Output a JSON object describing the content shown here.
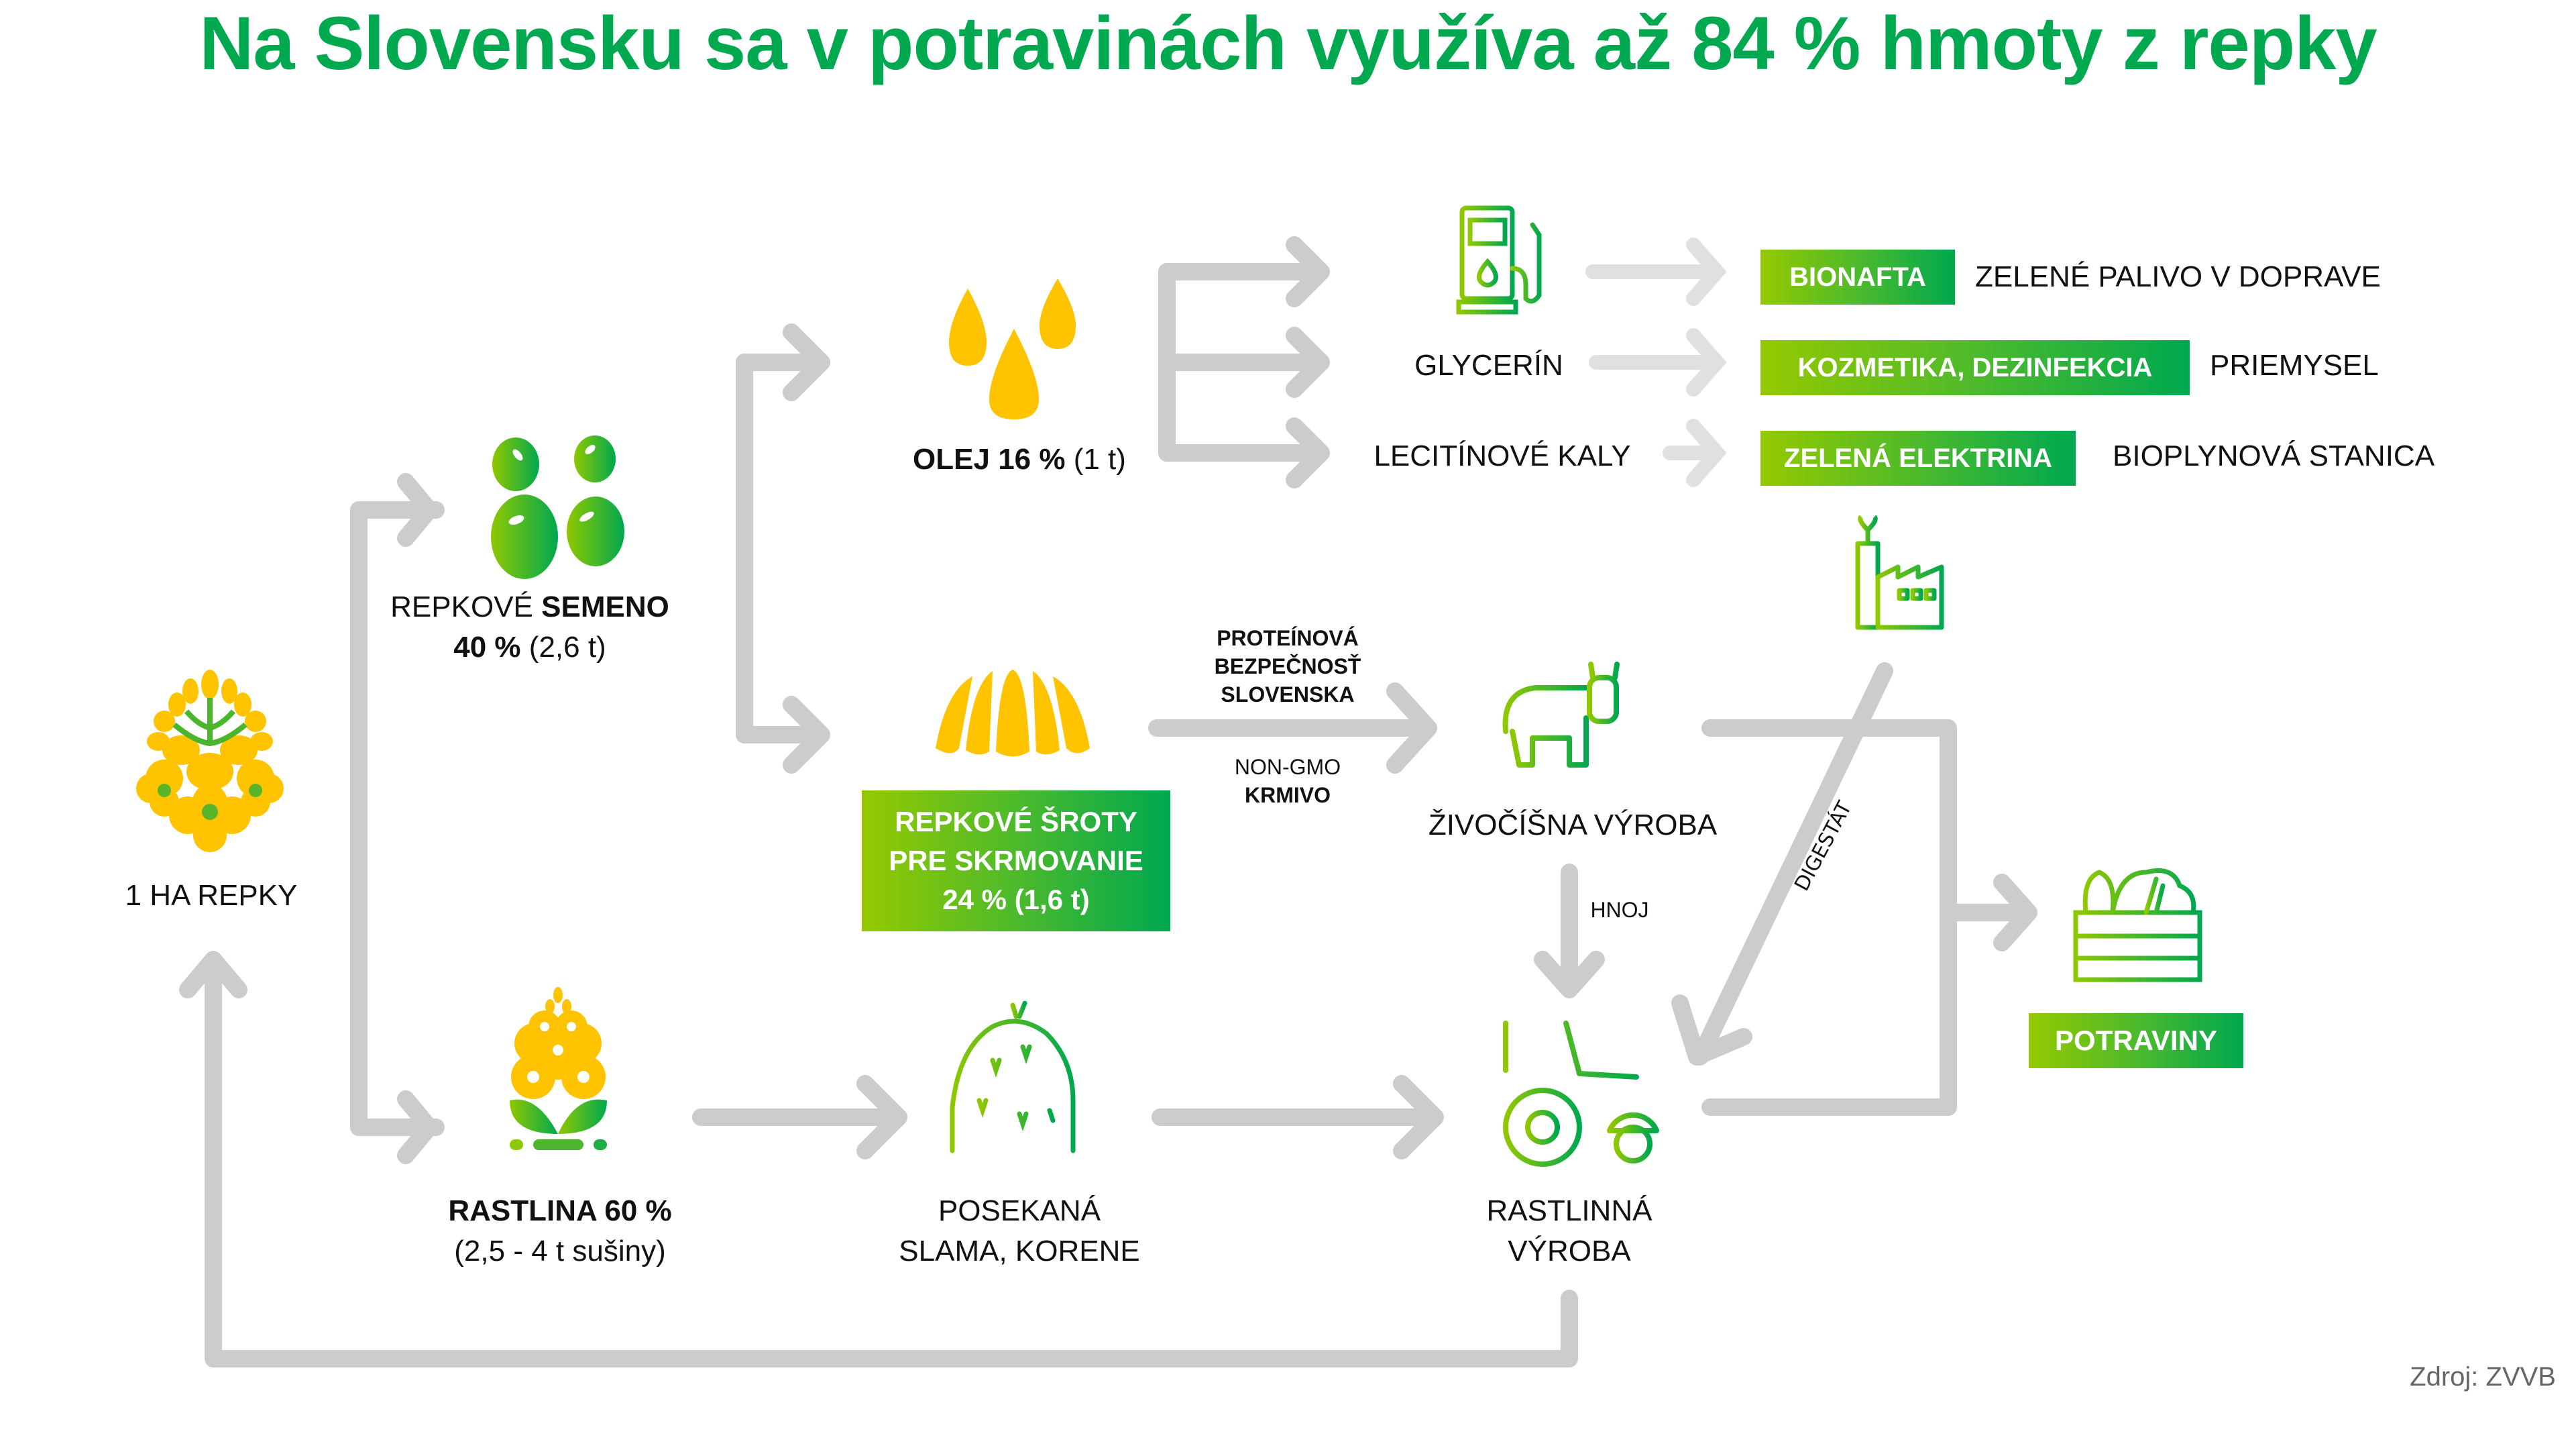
{
  "title": "Na Slovensku sa v potravinách využíva až 84 % hmoty z repky",
  "source": "Zdroj: ZVVB",
  "colors": {
    "title_green": "#00a84f",
    "gradient_start": "#95c900",
    "gradient_end": "#00a84f",
    "yellow": "#ffc300",
    "arrow_gray": "#cccccc"
  },
  "nodes": {
    "start": {
      "label": "1 HA REPKY",
      "icon": "rapeseed-flower-icon"
    },
    "seed": {
      "label_prefix": "REPKOVÉ ",
      "label_bold": "SEMENO",
      "value_bold": "40 %",
      "value_rest": " (2,6 t)",
      "icon": "seeds-icon"
    },
    "plant": {
      "label_bold": "RASTLINA 60 %",
      "value": "(2,5 - 4 t sušiny)",
      "icon": "plant-icon"
    },
    "oil": {
      "label_bold": "OLEJ 16 %",
      "value": " (1 t)",
      "icon": "oil-drops-icon"
    },
    "meal": {
      "line1": "REPKOVÉ ŠROTY",
      "line2": "PRE SKRMOVANIE",
      "line3": "24 % (1,6 t)",
      "icon": "rapeseed-meal-icon"
    },
    "straw": {
      "line1": "POSEKANÁ",
      "line2": "SLAMA, KORENE",
      "icon": "haystack-icon"
    },
    "livestock": {
      "label": "ŽIVOČÍŠNA VÝROBA",
      "icon": "cow-icon"
    },
    "crop": {
      "line1": "RASTLINNÁ",
      "line2": "VÝROBA",
      "icon": "tractor-icon"
    },
    "food": {
      "label": "POTRAVINY",
      "icon": "vegetable-crate-icon"
    },
    "biogas": {
      "icon": "factory-icon"
    }
  },
  "oil_outputs": [
    {
      "source": "",
      "tag": "BIONAFTA",
      "use": "ZELENÉ PALIVO V DOPRAVE",
      "icon": "fuel-pump-icon"
    },
    {
      "source": "GLYCERÍN",
      "tag": "KOZMETIKA, DEZINFEKCIA",
      "use": "PRIEMYSEL"
    },
    {
      "source": "LECITÍNOVÉ KALY",
      "tag": "ZELENÁ ELEKTRINA",
      "use": "BIOPLYNOVÁ STANICA"
    }
  ],
  "edge_labels": {
    "protein_1": "PROTEÍNOVÁ",
    "protein_2": "BEZPEČNOSŤ",
    "protein_3": "SLOVENSKA",
    "nongmo": "NON-GMO",
    "feed": "KRMIVO",
    "manure": "HNOJ",
    "digestate": "DIGESTÁT"
  }
}
